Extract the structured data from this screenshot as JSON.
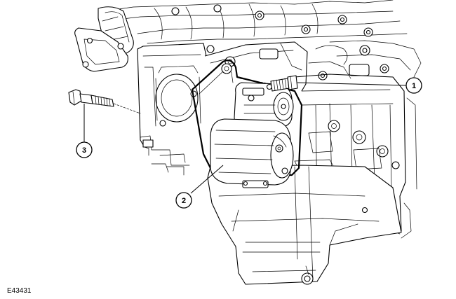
{
  "figure_id": "E43431",
  "callouts": [
    {
      "label": "1",
      "part": "bolt"
    },
    {
      "label": "2",
      "part": "starter-motor"
    },
    {
      "label": "3",
      "part": "bolt"
    }
  ],
  "colors": {
    "line": "#000000",
    "background": "#ffffff"
  }
}
